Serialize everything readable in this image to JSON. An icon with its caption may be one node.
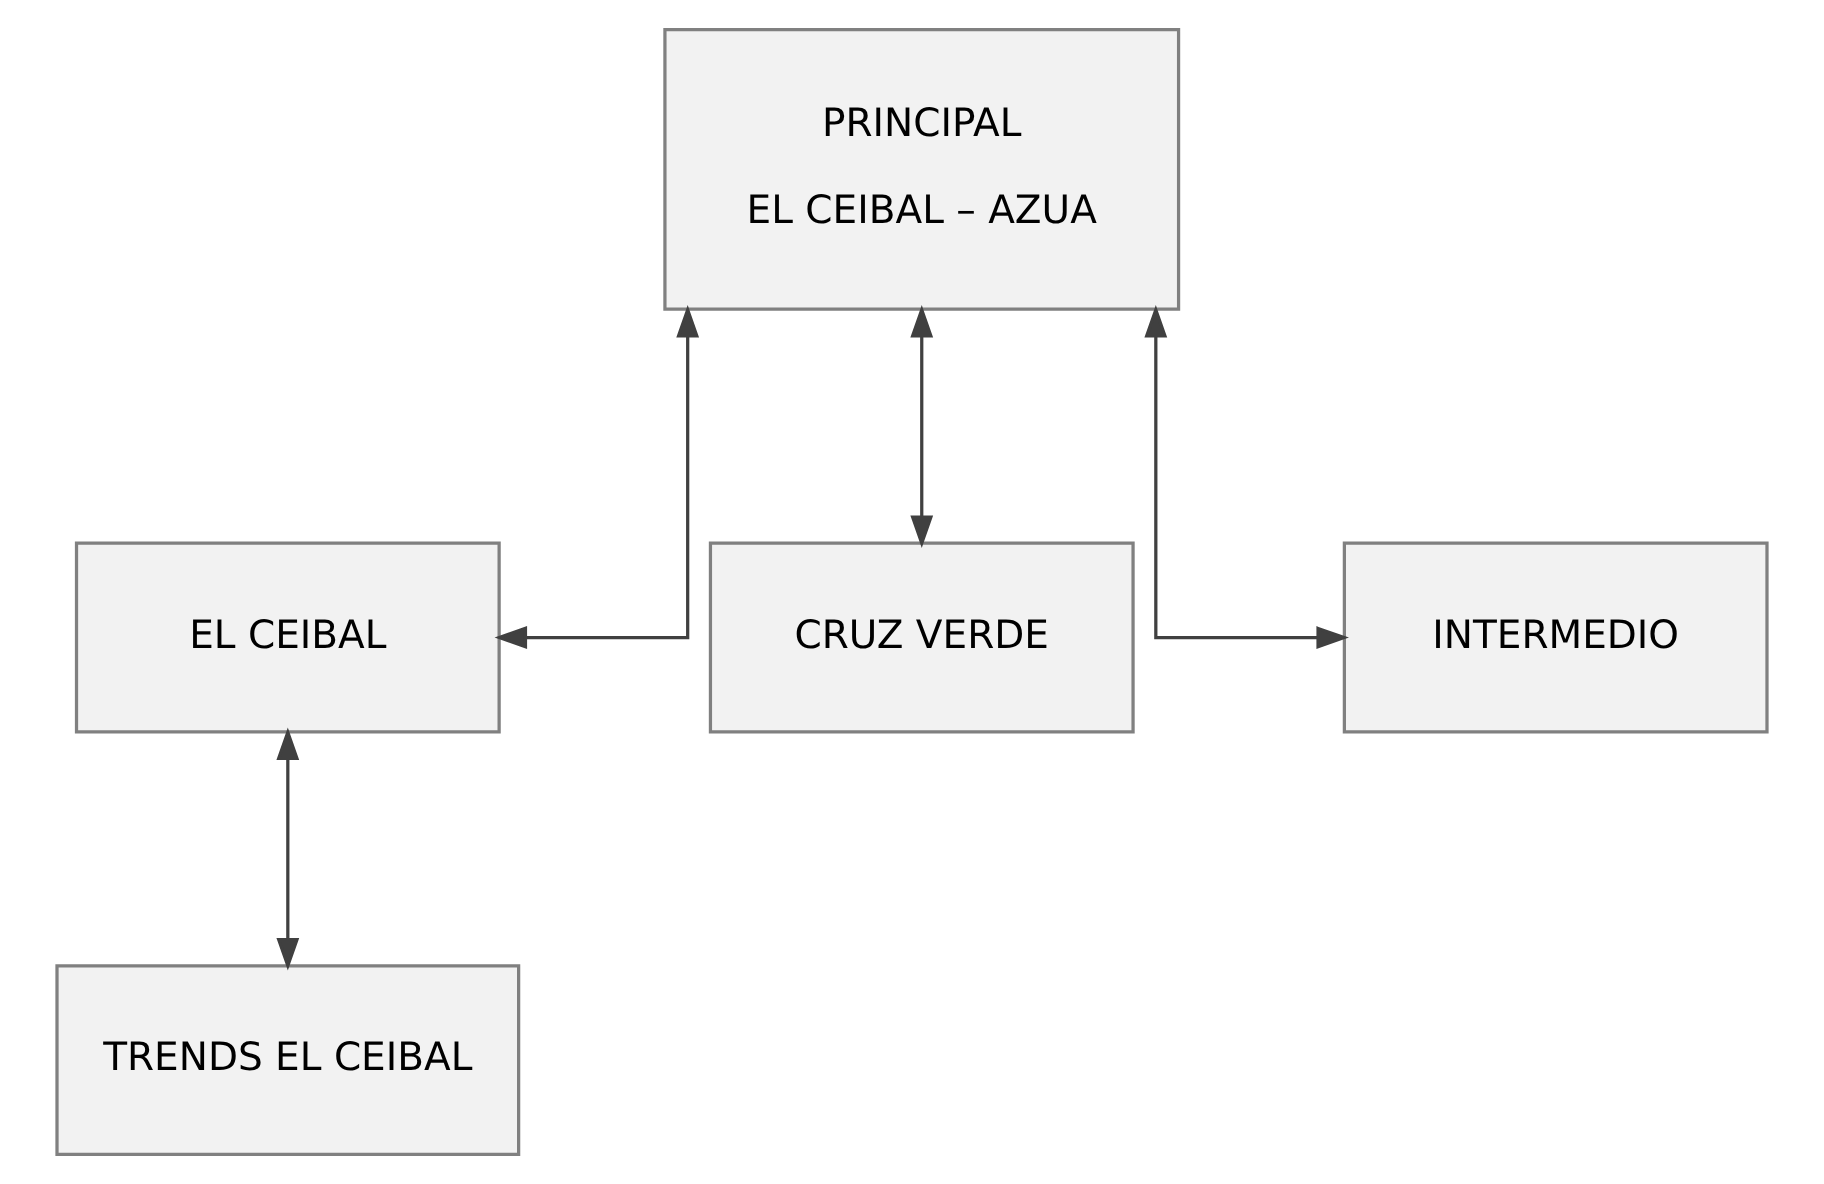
{
  "diagram": {
    "nodes": [
      {
        "text": [
          "PRINCIPAL",
          "EL CEIBAL – AZUA"
        ]
      },
      {
        "text": [
          "EL CEIBAL"
        ]
      },
      {
        "text": [
          "CRUZ VERDE"
        ]
      },
      {
        "text": [
          "INTERMEDIO"
        ]
      },
      {
        "text": [
          "TRENDS EL CEIBAL"
        ]
      }
    ],
    "edges": [
      {
        "from": 0,
        "to": 1,
        "arrow": "both"
      },
      {
        "from": 0,
        "to": 2,
        "arrow": "both"
      },
      {
        "from": 0,
        "to": 3,
        "arrow": "both"
      },
      {
        "from": 1,
        "to": 4,
        "arrow": "both"
      }
    ]
  }
}
